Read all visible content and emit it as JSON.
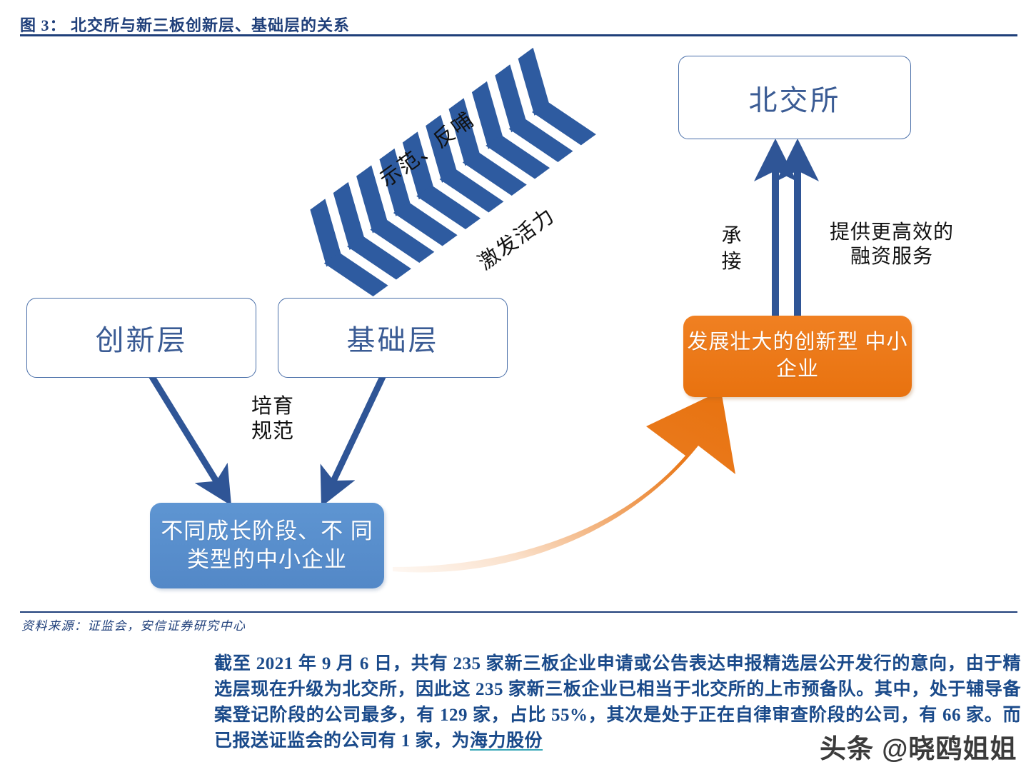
{
  "header": {
    "figure_title": "图 3： 北交所与新三板创新层、基础层的关系"
  },
  "diagram": {
    "boxes": {
      "bse": "北交所",
      "innovation_layer": "创新层",
      "base_layer": "基础层",
      "sme_mixed": "不同成长阶段、不\n同类型的中小企业",
      "sme_grown": "发展壮大的创新型\n中小企业"
    },
    "labels": {
      "cultivate": "培育\n规范",
      "accept": "承\n接",
      "financing": "提供更高效的\n融资服务",
      "demonstrate": "示范、反哺",
      "vigor": "激发活力"
    },
    "colors": {
      "navy": "#1f3f7a",
      "box_border_blue": "#4a6fa9",
      "box_text_blue": "#3a5b94",
      "chevron_blue": "#2e5ba0",
      "arrow_blue": "#2f5596",
      "fill_blue": "#5b91cf",
      "fill_orange": "#ee7819",
      "curve_orange": "#e8720f"
    }
  },
  "source": {
    "text": "资料来源：证监会，安信证券研究中心"
  },
  "body": {
    "paragraph": "截至 2021 年 9 月 6 日，共有 235 家新三板企业申请或公告表达申报精选层公开发行的意向，由于精选层现在升级为北交所，因此这 235 家新三板企业已相当于北交所的上市预备队。其中，处于辅导备案登记阶段的公司最多，有 129 家，占比 55%，其次是处于正在自律审查阶段的公司，有 66 家。而已报送证监会的公司有 1 家，为",
    "linked_company": "海力股份",
    "watermark": "头条 @晓鸥姐姐"
  }
}
